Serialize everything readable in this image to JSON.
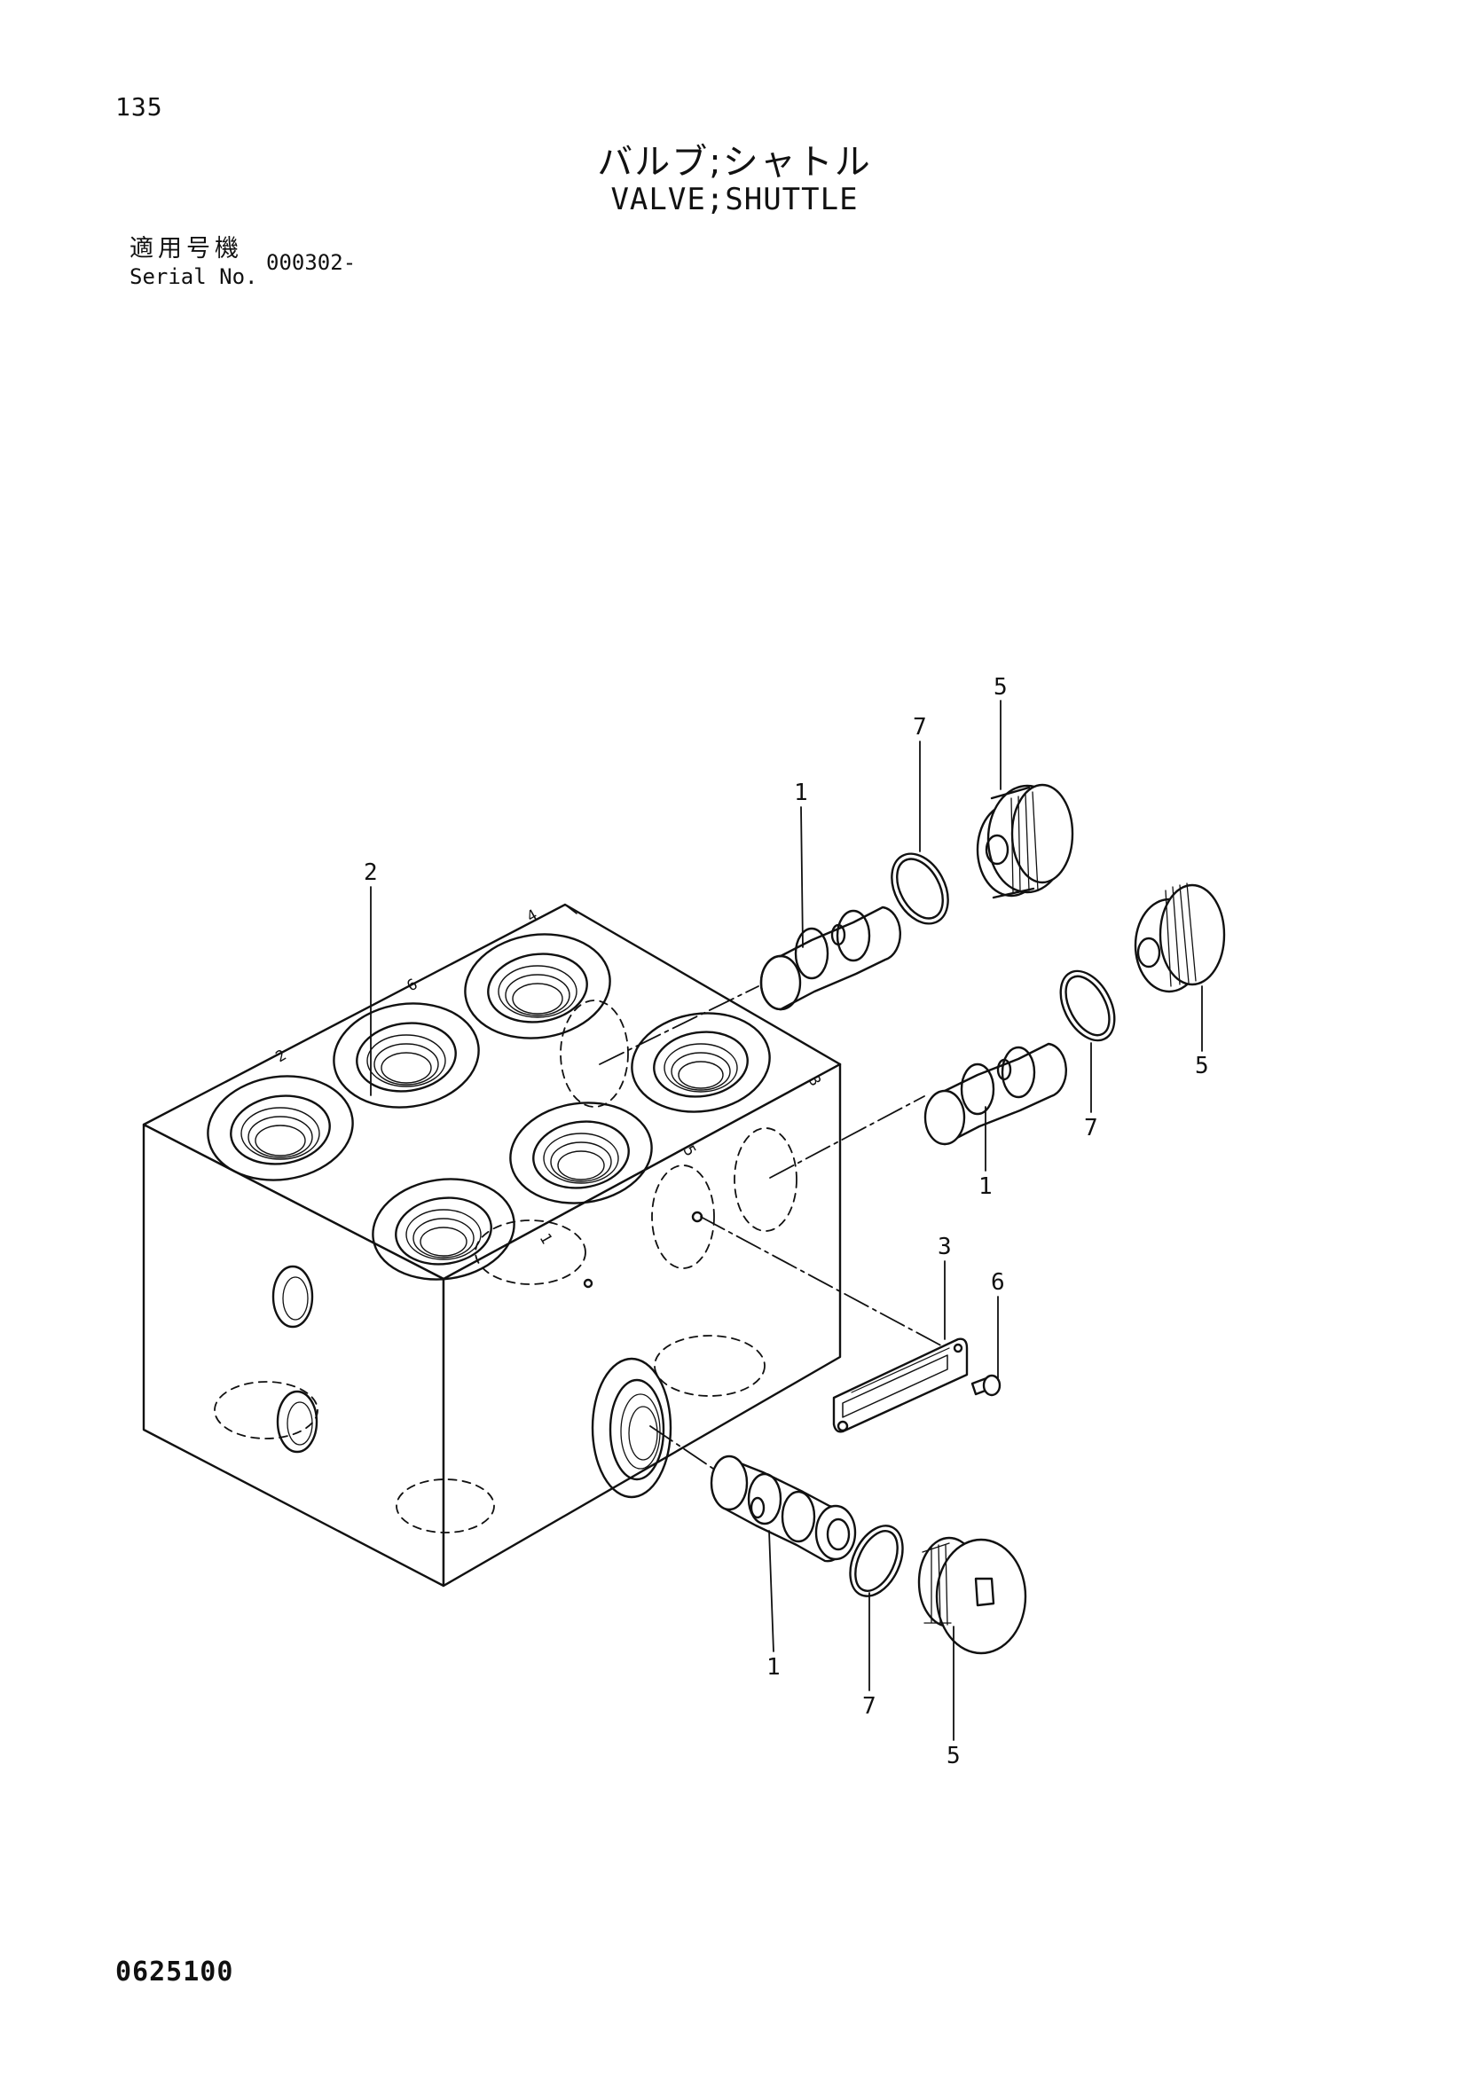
{
  "page_number": "135",
  "title_jp": "バルブ;シャトル",
  "title_en": "VALVE;SHUTTLE",
  "serial": {
    "label_jp": "適用号機",
    "label_en": "Serial No.",
    "value": "000302-"
  },
  "callouts": {
    "spool_top": "1",
    "spool_right": "1",
    "spool_bottom": "1",
    "block": "2",
    "plate": "3",
    "plug_top": "5",
    "plug_right": "5",
    "plug_bottom": "5",
    "screw": "6",
    "oring_top": "7",
    "oring_right": "7",
    "oring_bottom": "7"
  },
  "port_marks": {
    "p1": "1",
    "p2": "2",
    "p3": "3",
    "p4": "4",
    "p5": "5",
    "p6": "6"
  },
  "doc_code": "0625100"
}
